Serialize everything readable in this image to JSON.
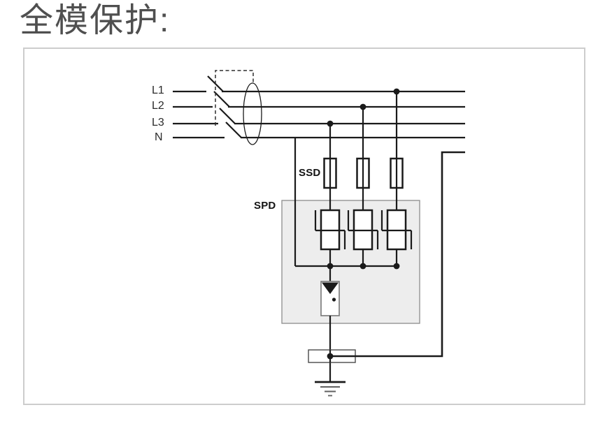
{
  "title": "全模保护:",
  "labels": {
    "conductors": [
      "L1",
      "L2",
      "L3",
      "N"
    ],
    "ssd": "SSD",
    "spd": "SPD"
  },
  "colors": {
    "line": "#1a1a1a",
    "title": "#4f4f4f",
    "panel_border": "#cdcdcd",
    "spd_fill": "#ededed",
    "spd_border": "#8c8c8c",
    "component_gray": "#606060",
    "background": "#ffffff"
  }
}
